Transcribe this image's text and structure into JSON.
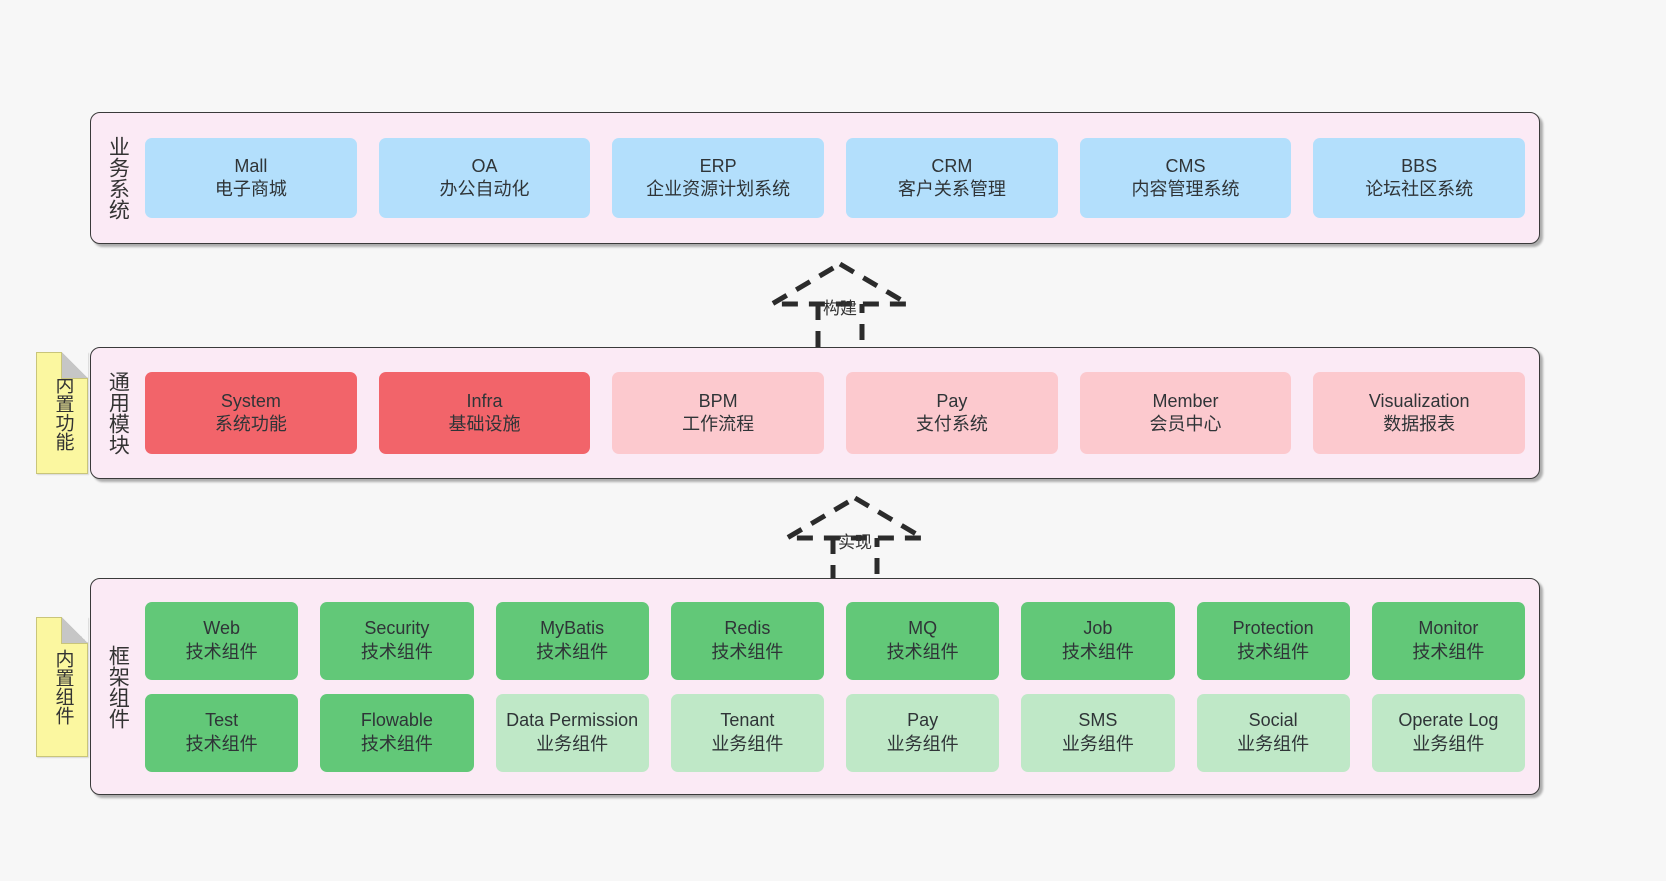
{
  "diagram": {
    "title_hidden": "",
    "background": "#f7f7f7",
    "colors": {
      "layer_bg": "#fbeaf5",
      "layer_border": "#3a3a3a",
      "business_node": "#b3dffc",
      "module_core": "#f2646a",
      "module_plain": "#fcc9ce",
      "framework_tech": "#62c878",
      "framework_biz": "#bfe8c7",
      "note_bg": "#fbf7a0"
    }
  },
  "layers": {
    "business": {
      "label": "业务系统",
      "nodes": [
        {
          "en": "Mall",
          "cn": "电子商城"
        },
        {
          "en": "OA",
          "cn": "办公自动化"
        },
        {
          "en": "ERP",
          "cn": "企业资源计划系统"
        },
        {
          "en": "CRM",
          "cn": "客户关系管理"
        },
        {
          "en": "CMS",
          "cn": "内容管理系统"
        },
        {
          "en": "BBS",
          "cn": "论坛社区系统"
        }
      ]
    },
    "modules": {
      "label": "通用模块",
      "note": "内置功能",
      "nodes": [
        {
          "en": "System",
          "cn": "系统功能",
          "variant": "core"
        },
        {
          "en": "Infra",
          "cn": "基础设施",
          "variant": "core"
        },
        {
          "en": "BPM",
          "cn": "工作流程",
          "variant": "plain"
        },
        {
          "en": "Pay",
          "cn": "支付系统",
          "variant": "plain"
        },
        {
          "en": "Member",
          "cn": "会员中心",
          "variant": "plain"
        },
        {
          "en": "Visualization",
          "cn": "数据报表",
          "variant": "plain"
        }
      ]
    },
    "framework": {
      "label": "框架组件",
      "note": "内置组件",
      "row1": [
        {
          "en": "Web",
          "cn": "技术组件",
          "variant": "tech"
        },
        {
          "en": "Security",
          "cn": "技术组件",
          "variant": "tech"
        },
        {
          "en": "MyBatis",
          "cn": "技术组件",
          "variant": "tech"
        },
        {
          "en": "Redis",
          "cn": "技术组件",
          "variant": "tech"
        },
        {
          "en": "MQ",
          "cn": "技术组件",
          "variant": "tech"
        },
        {
          "en": "Job",
          "cn": "技术组件",
          "variant": "tech"
        },
        {
          "en": "Protection",
          "cn": "技术组件",
          "variant": "tech"
        },
        {
          "en": "Monitor",
          "cn": "技术组件",
          "variant": "tech"
        }
      ],
      "row2": [
        {
          "en": "Test",
          "cn": "技术组件",
          "variant": "tech"
        },
        {
          "en": "Flowable",
          "cn": "技术组件",
          "variant": "tech"
        },
        {
          "en": "Data Permission",
          "cn": "业务组件",
          "variant": "biz"
        },
        {
          "en": "Tenant",
          "cn": "业务组件",
          "variant": "biz"
        },
        {
          "en": "Pay",
          "cn": "业务组件",
          "variant": "biz"
        },
        {
          "en": "SMS",
          "cn": "业务组件",
          "variant": "biz"
        },
        {
          "en": "Social",
          "cn": "业务组件",
          "variant": "biz"
        },
        {
          "en": "Operate Log",
          "cn": "业务组件",
          "variant": "biz"
        }
      ]
    }
  },
  "arrows": [
    {
      "id": "build",
      "label": "构建",
      "from": "通用模块",
      "to": "业务系统",
      "style": "dashed-generalization"
    },
    {
      "id": "implement",
      "label": "实现",
      "from": "框架组件",
      "to": "通用模块",
      "style": "dashed-generalization"
    }
  ]
}
